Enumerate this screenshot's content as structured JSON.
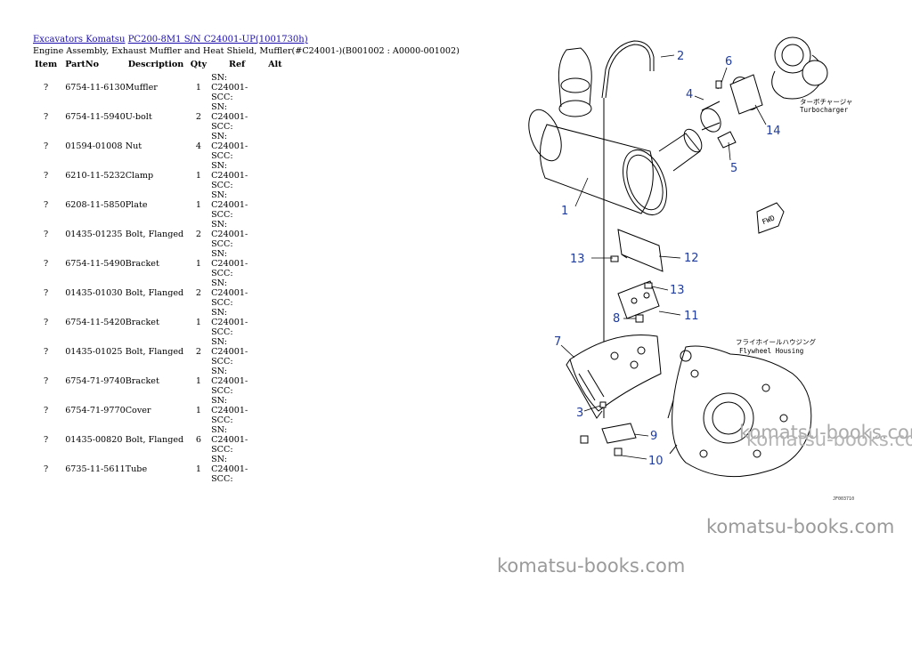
{
  "breadcrumb": {
    "link1": "Excavators Komatsu",
    "link2": "PC200-8M1 S/N C24001-UP(1001730h)"
  },
  "page_title": "Engine Assembly, Exhaust Muffler and Heat Shield, Muffler(#C24001-)(B001002 : A0000-001002)",
  "table": {
    "headers": [
      "Item",
      "PartNo",
      "Description",
      "Qty",
      "Ref",
      "Alt"
    ],
    "rows": [
      {
        "item": "?",
        "part": "6754-11-6130",
        "desc": "Muffler",
        "qty": "1",
        "ref": "SN: C24001-SCC:"
      },
      {
        "item": "?",
        "part": "6754-11-5940",
        "desc": "U-bolt",
        "qty": "2",
        "ref": "SN: C24001-SCC:"
      },
      {
        "item": "?",
        "part": "01594-01008",
        "desc": "Nut",
        "qty": "4",
        "ref": "SN: C24001-SCC:"
      },
      {
        "item": "?",
        "part": "6210-11-5232",
        "desc": "Clamp",
        "qty": "1",
        "ref": "SN: C24001-SCC:"
      },
      {
        "item": "?",
        "part": "6208-11-5850",
        "desc": "Plate",
        "qty": "1",
        "ref": "SN: C24001-SCC:"
      },
      {
        "item": "?",
        "part": "01435-01235",
        "desc": "Bolt, Flanged",
        "qty": "2",
        "ref": "SN: C24001-SCC:"
      },
      {
        "item": "?",
        "part": "6754-11-5490",
        "desc": "Bracket",
        "qty": "1",
        "ref": "SN: C24001-SCC:"
      },
      {
        "item": "?",
        "part": "01435-01030",
        "desc": "Bolt, Flanged",
        "qty": "2",
        "ref": "SN: C24001-SCC:"
      },
      {
        "item": "?",
        "part": "6754-11-5420",
        "desc": "Bracket",
        "qty": "1",
        "ref": "SN: C24001-SCC:"
      },
      {
        "item": "?",
        "part": "01435-01025",
        "desc": "Bolt, Flanged",
        "qty": "2",
        "ref": "SN: C24001-SCC:"
      },
      {
        "item": "?",
        "part": "6754-71-9740",
        "desc": "Bracket",
        "qty": "1",
        "ref": "SN: C24001-SCC:"
      },
      {
        "item": "?",
        "part": "6754-71-9770",
        "desc": "Cover",
        "qty": "1",
        "ref": "SN: C24001-SCC:"
      },
      {
        "item": "?",
        "part": "01435-00820",
        "desc": "Bolt, Flanged",
        "qty": "6",
        "ref": "SN: C24001-SCC:"
      },
      {
        "item": "?",
        "part": "6735-11-5611",
        "desc": "Tube",
        "qty": "1",
        "ref": "SN: C24001-SCC:"
      }
    ]
  },
  "diagram": {
    "callouts": [
      "1",
      "2",
      "3",
      "4",
      "5",
      "6",
      "7",
      "8",
      "9",
      "10",
      "11",
      "12",
      "13",
      "13",
      "14"
    ],
    "turbo_label_jp": "ターボチャージャ",
    "turbo_label_en": "Turbocharger",
    "flywheel_label_jp": "フライホイールハウジング",
    "flywheel_label_en": "Flywheel Housing",
    "fwd_label": "FWD",
    "drawing_code": "JF003710",
    "line_color": "#000000",
    "callout_color": "#1f3c9e"
  },
  "watermarks": [
    "komatsu-books.com",
    "komatsu-books.com",
    "komatsu-books.com",
    "komatsu-books.com"
  ]
}
